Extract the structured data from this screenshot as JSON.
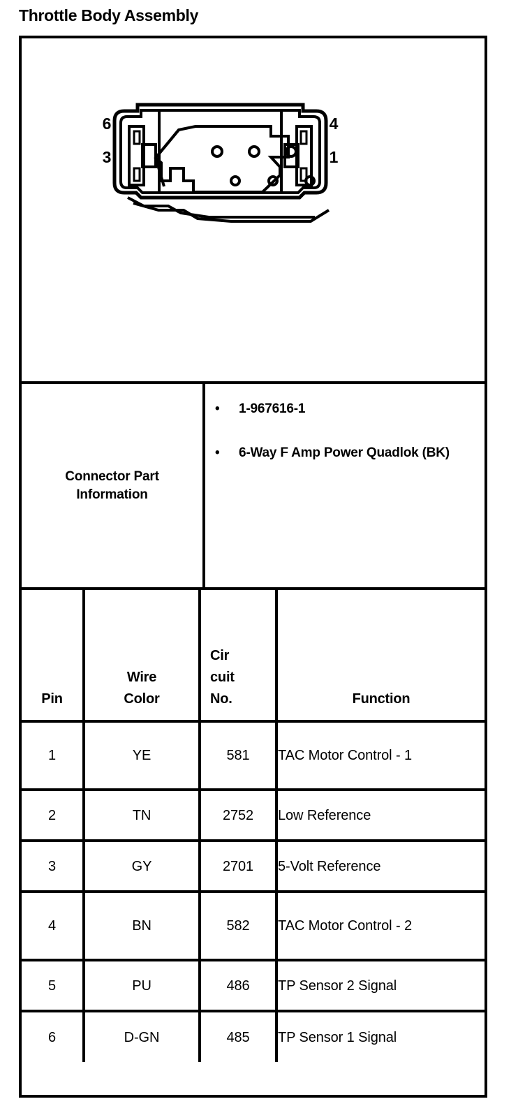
{
  "page": {
    "title": "Throttle Body Assembly"
  },
  "connector_diagram": {
    "name": "6-way-connector-face-view",
    "pin_labels": {
      "top_left": "6",
      "bottom_left": "3",
      "top_right": "4",
      "bottom_right": "1"
    },
    "cavity_count": 6,
    "line_color": "#000000",
    "fill_color": "#ffffff"
  },
  "connector_part_information": {
    "label": "Connector Part Information",
    "bullet_glyph": "•",
    "items": [
      "1-967616-1",
      "6-Way F Amp Power Quadlok (BK)"
    ]
  },
  "pinout_table": {
    "headers": {
      "pin": "Pin",
      "wire_color_line1": "Wire",
      "wire_color_line2": "Color",
      "circuit_no_line1": "Cir",
      "circuit_no_line2": "cuit",
      "circuit_no_line3": "No.",
      "function": "Function"
    },
    "rows": [
      {
        "pin": "1",
        "wire_color": "YE",
        "circuit_no": "581",
        "function": "TAC Motor Control - 1"
      },
      {
        "pin": "2",
        "wire_color": "TN",
        "circuit_no": "2752",
        "function": "Low Reference"
      },
      {
        "pin": "3",
        "wire_color": "GY",
        "circuit_no": "2701",
        "function": "5-Volt Reference"
      },
      {
        "pin": "4",
        "wire_color": "BN",
        "circuit_no": "582",
        "function": "TAC Motor Control - 2"
      },
      {
        "pin": "5",
        "wire_color": "PU",
        "circuit_no": "486",
        "function": "TP Sensor 2 Signal"
      },
      {
        "pin": "6",
        "wire_color": "D-GN",
        "circuit_no": "485",
        "function": "TP Sensor 1 Signal"
      }
    ]
  }
}
